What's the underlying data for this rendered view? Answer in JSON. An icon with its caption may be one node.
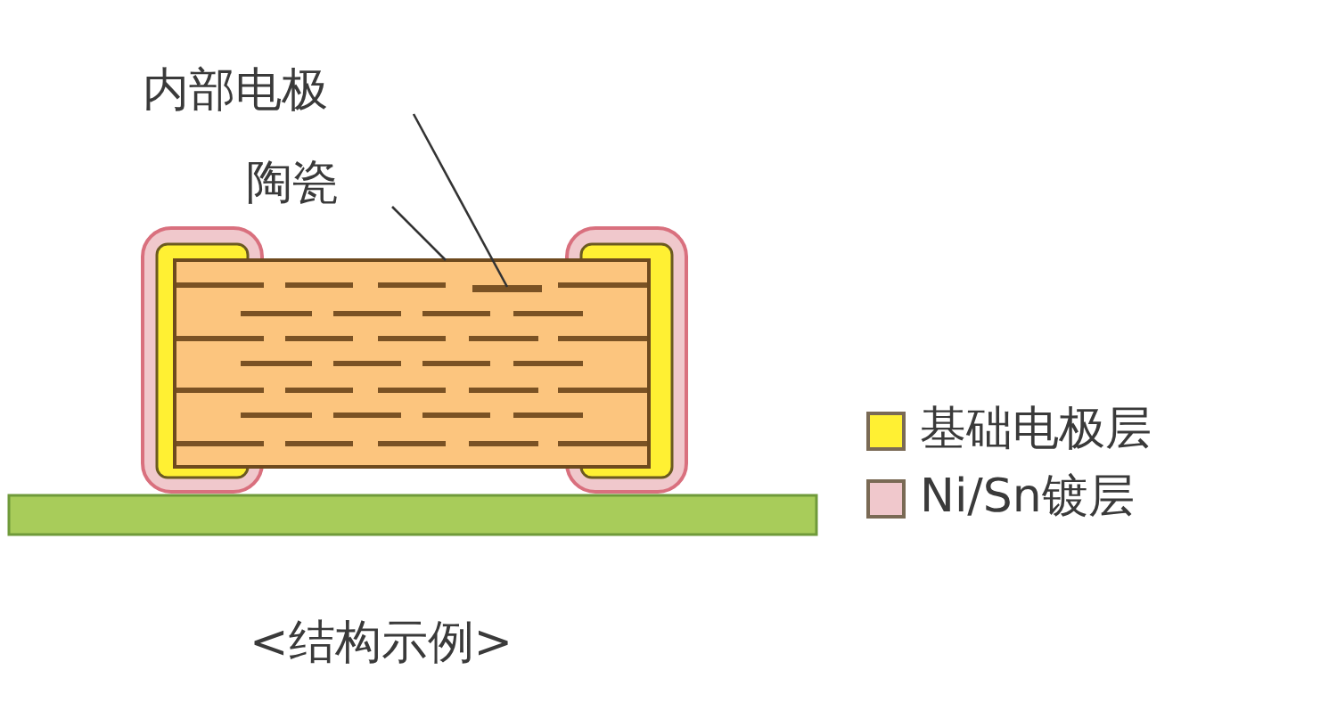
{
  "diagram": {
    "caption": "<结构示例>",
    "nodes": [
      {
        "text": [
          "内部电极"
        ]
      },
      {
        "text": [
          "陶瓷"
        ]
      },
      {
        "text": [],
        "shape": "box"
      },
      {
        "text": [],
        "shape": "bar",
        "in": 2
      }
    ],
    "edges": [
      {
        "from": 0,
        "to": 3,
        "arrow": "none"
      },
      {
        "from": 1,
        "to": 2,
        "arrow": "none"
      }
    ],
    "legend": [
      {
        "text": "基础电极层",
        "color": "#fff033"
      },
      {
        "text": "Ni/Sn镀层",
        "color": "#f0c8cc"
      }
    ]
  }
}
